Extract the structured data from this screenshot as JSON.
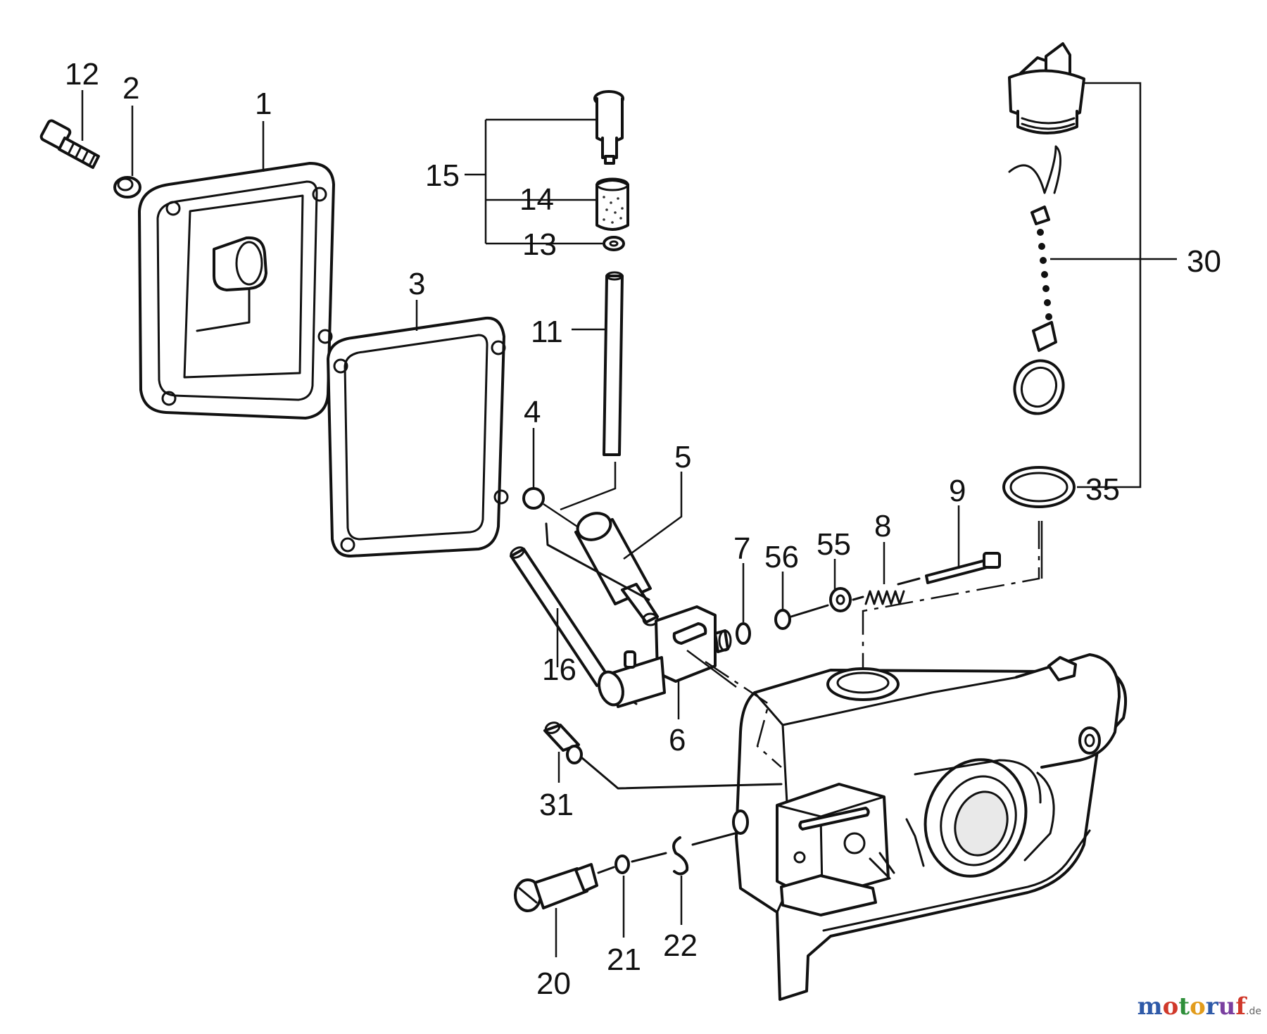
{
  "diagram": {
    "callouts": {
      "p1": "1",
      "p2": "2",
      "p3": "3",
      "p4": "4",
      "p5": "5",
      "p6": "6",
      "p7": "7",
      "p8": "8",
      "p9": "9",
      "p11": "11",
      "p12": "12",
      "p13": "13",
      "p14": "14",
      "p15": "15",
      "p16": "16",
      "p20": "20",
      "p21": "21",
      "p22": "22",
      "p30": "30",
      "p31": "31",
      "p35": "35",
      "p55": "55",
      "p56": "56"
    }
  },
  "watermark": {
    "logo_text": "motoruf",
    "tld": ".de"
  }
}
